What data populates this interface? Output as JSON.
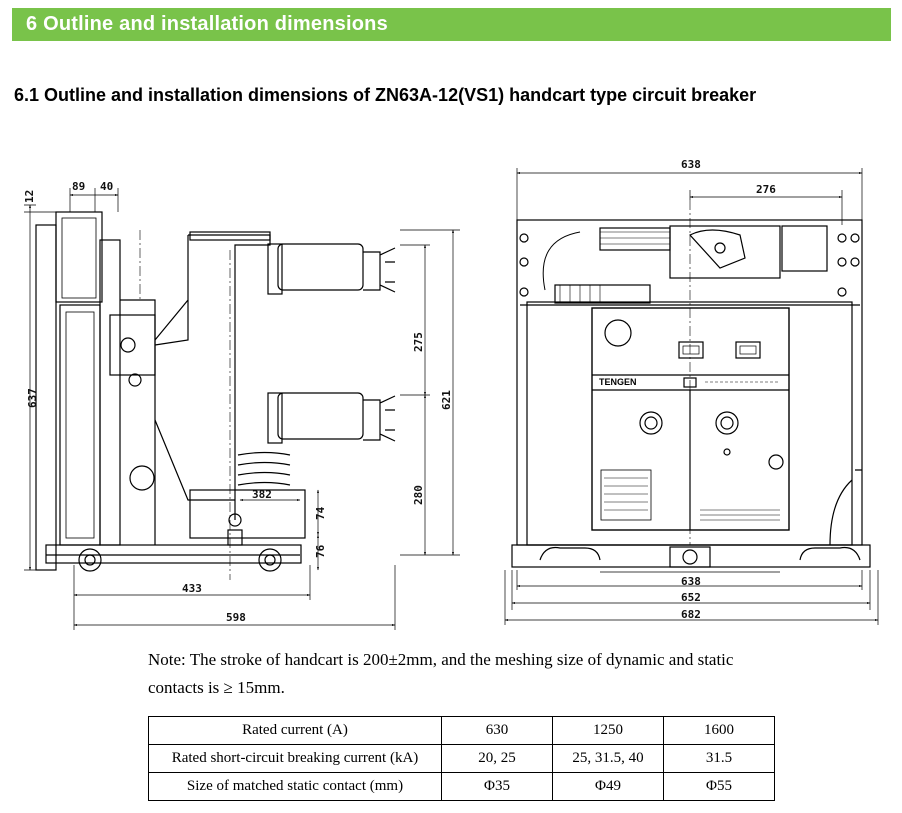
{
  "section_header": {
    "title": "6  Outline and installation dimensions"
  },
  "subsection": {
    "title": "6.1 Outline and installation dimensions of ZN63A-12(VS1) handcart type circuit breaker"
  },
  "side_view_dims": {
    "d12": "12",
    "d89": "89",
    "d40": "40",
    "d637": "637",
    "d275": "275",
    "d621": "621",
    "d280": "280",
    "d382": "382",
    "d74": "74",
    "d76": "76",
    "d433": "433",
    "d598": "598"
  },
  "front_view_dims": {
    "d638_top": "638",
    "d276": "276",
    "d638_bottom": "638",
    "d652": "652",
    "d682": "682"
  },
  "front_panel": {
    "brand": "TENGEN"
  },
  "note": {
    "text": "Note: The stroke of handcart is 200±2mm, and the meshing size of dynamic and static contacts is ≥ 15mm."
  },
  "spec_table": {
    "rows": [
      [
        "Rated current (A)",
        "630",
        "1250",
        "1600"
      ],
      [
        "Rated short-circuit breaking current (kA)",
        "20, 25",
        "25, 31.5, 40",
        "31.5"
      ],
      [
        "Size of matched static contact (mm)",
        "Φ35",
        "Φ49",
        "Φ55"
      ]
    ]
  }
}
